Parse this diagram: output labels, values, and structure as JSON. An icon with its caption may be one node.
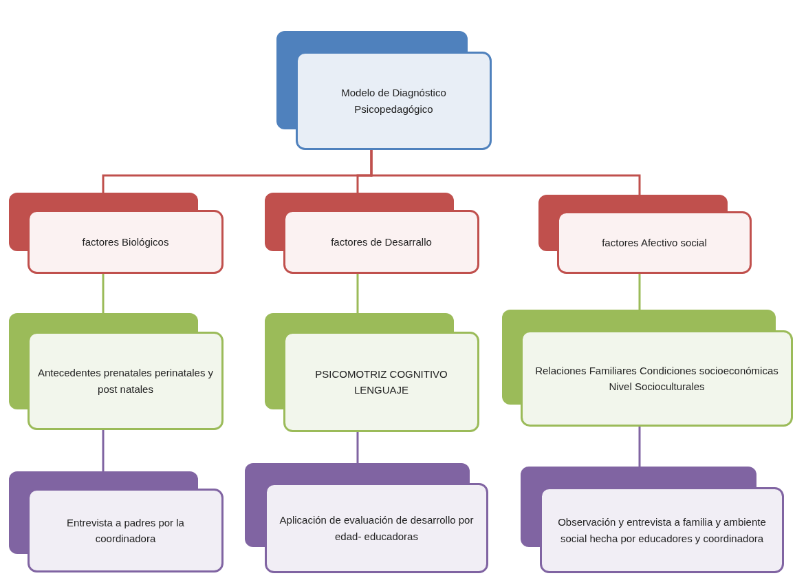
{
  "diagram": {
    "nodes": [
      {
        "text": [
          "Modelo de Diagnóstico Psicopedagógico"
        ]
      },
      {
        "text": [
          "factores Biológicos"
        ]
      },
      {
        "text": [
          "factores de Desarrallo"
        ]
      },
      {
        "text": [
          "factores Afectivo social"
        ]
      },
      {
        "text": [
          "Antecedentes prenatales perinatales y post natales"
        ]
      },
      {
        "text": [
          "PSICOMOTRIZ COGNITIVO LENGUAJE"
        ]
      },
      {
        "text": [
          "Relaciones Familiares Condiciones socioeconómicas Nivel Socioculturales"
        ]
      },
      {
        "text": [
          "Entrevista a padres por la coordinadora"
        ]
      },
      {
        "text": [
          "Aplicación de  evaluación de desarrollo por edad- educadoras"
        ]
      },
      {
        "text": [
          "Observación y entrevista  a familia y ambiente social hecha por educadores y coordinadora"
        ]
      }
    ],
    "edges": [
      {
        "from": 0,
        "to": 1,
        "arrow": "none",
        "color": "#c0504d"
      },
      {
        "from": 0,
        "to": 2,
        "arrow": "none",
        "color": "#c0504d"
      },
      {
        "from": 0,
        "to": 3,
        "arrow": "none",
        "color": "#c0504d"
      },
      {
        "from": 1,
        "to": 4,
        "arrow": "none",
        "color": "#9bbb59"
      },
      {
        "from": 2,
        "to": 5,
        "arrow": "none",
        "color": "#9bbb59"
      },
      {
        "from": 3,
        "to": 6,
        "arrow": "none",
        "color": "#9bbb59"
      },
      {
        "from": 4,
        "to": 7,
        "arrow": "none",
        "color": "#8064a2"
      },
      {
        "from": 5,
        "to": 8,
        "arrow": "none",
        "color": "#8064a2"
      },
      {
        "from": 6,
        "to": 9,
        "arrow": "none",
        "color": "#8064a2"
      }
    ]
  }
}
